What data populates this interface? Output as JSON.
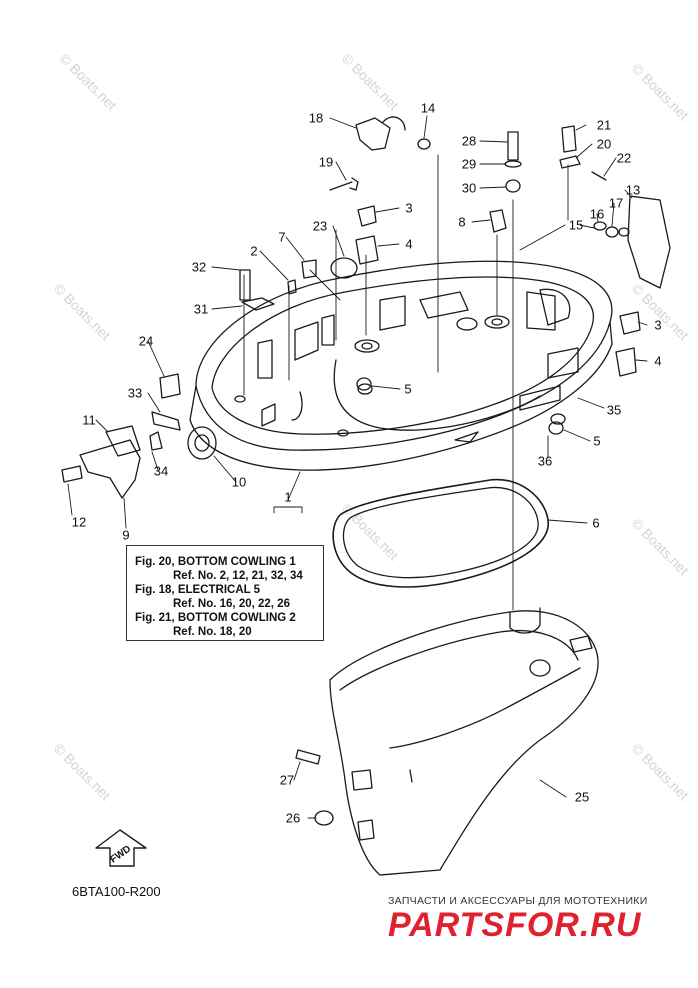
{
  "callouts": [
    {
      "label": "1"
    },
    {
      "label": "2"
    },
    {
      "label": "3"
    },
    {
      "label": "3"
    },
    {
      "label": "4"
    },
    {
      "label": "4"
    },
    {
      "label": "5"
    },
    {
      "label": "5"
    },
    {
      "label": "6"
    },
    {
      "label": "7"
    },
    {
      "label": "8"
    },
    {
      "label": "9"
    },
    {
      "label": "10"
    },
    {
      "label": "11"
    },
    {
      "label": "12"
    },
    {
      "label": "13"
    },
    {
      "label": "14"
    },
    {
      "label": "15"
    },
    {
      "label": "16"
    },
    {
      "label": "17"
    },
    {
      "label": "18"
    },
    {
      "label": "19"
    },
    {
      "label": "20"
    },
    {
      "label": "21"
    },
    {
      "label": "22"
    },
    {
      "label": "23"
    },
    {
      "label": "24"
    },
    {
      "label": "25"
    },
    {
      "label": "26"
    },
    {
      "label": "27"
    },
    {
      "label": "28"
    },
    {
      "label": "29"
    },
    {
      "label": "30"
    },
    {
      "label": "31"
    },
    {
      "label": "32"
    },
    {
      "label": "33"
    },
    {
      "label": "34"
    },
    {
      "label": "35"
    },
    {
      "label": "36"
    }
  ],
  "reference_box": {
    "line1": "Fig. 20, BOTTOM COWLING 1",
    "line2": "Ref. No. 2, 12, 21, 32, 34",
    "line3": "Fig. 18, ELECTRICAL 5",
    "line4": "Ref. No. 16, 20, 22, 26",
    "line5": "Fig. 21, BOTTOM COWLING 2",
    "line6": "Ref. No. 18, 20"
  },
  "fwd_arrow_label": "FWD",
  "diagram_code": "6BTA100-R200",
  "shop": {
    "tagline": "ЗАПЧАСТИ И АКСЕССУАРЫ ДЛЯ МОТОТЕХНИКИ",
    "logo_text": "PARTSFOR.RU",
    "logo_color": "#e0212f"
  },
  "watermark_text": "© Boats.net",
  "colors": {
    "line": "#1a1a1a",
    "watermark": "#d4d4d4"
  }
}
